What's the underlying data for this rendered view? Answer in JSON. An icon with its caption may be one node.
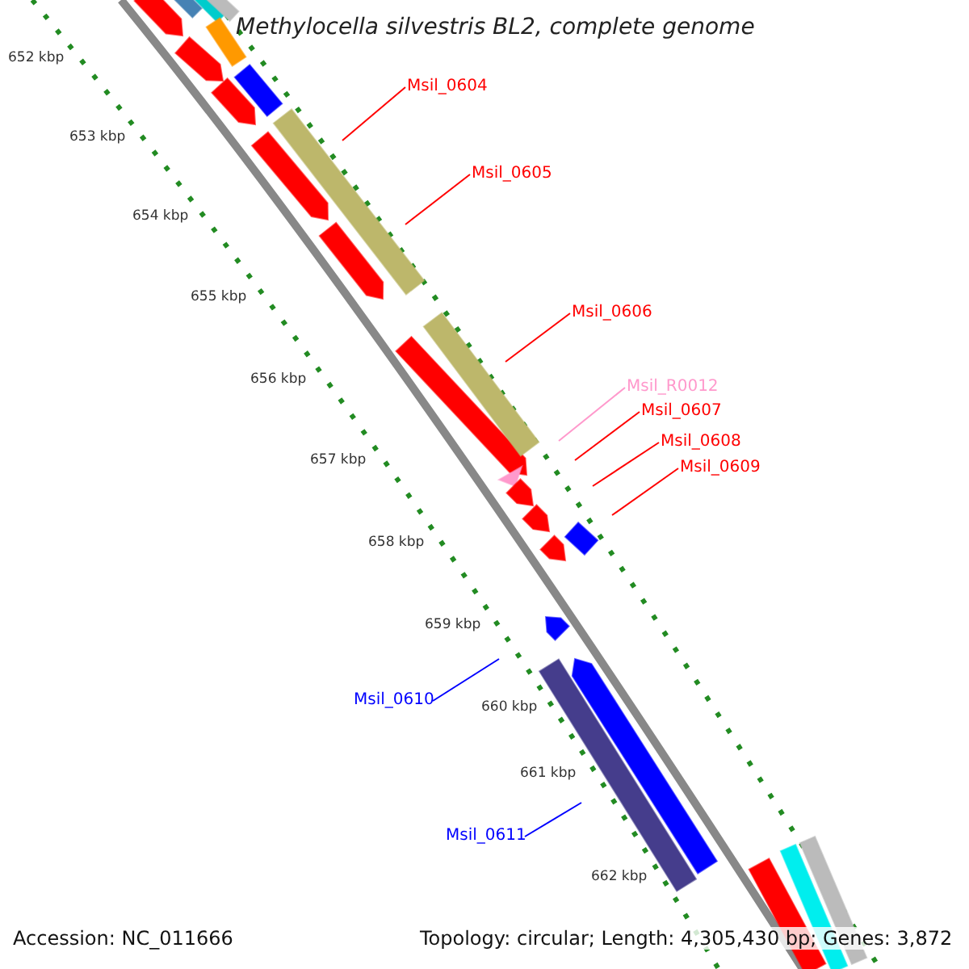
{
  "diagram": {
    "title": "Methylocella silvestris BL2, complete genome",
    "nodes": [
      {
        "text": [
          "Msil_0604"
        ]
      },
      {
        "text": [
          "Msil_0605"
        ]
      },
      {
        "text": [
          "Msil_0606"
        ]
      },
      {
        "text": [
          "Msil_R0012"
        ]
      },
      {
        "text": [
          "Msil_0607"
        ]
      },
      {
        "text": [
          "Msil_0608"
        ]
      },
      {
        "text": [
          "Msil_0609"
        ]
      },
      {
        "text": [
          "Msil_0610"
        ]
      },
      {
        "text": [
          "Msil_0611"
        ]
      }
    ],
    "edges": [
      {
        "from": 0,
        "to": null,
        "arrow": "none"
      },
      {
        "from": 1,
        "to": null,
        "arrow": "none"
      },
      {
        "from": 2,
        "to": null,
        "arrow": "none"
      },
      {
        "from": 3,
        "to": null,
        "arrow": "none",
        "color": "#ff99cc"
      },
      {
        "from": 4,
        "to": null,
        "arrow": "none"
      },
      {
        "from": 5,
        "to": null,
        "arrow": "none"
      },
      {
        "from": 6,
        "to": null,
        "arrow": "none"
      },
      {
        "from": 7,
        "to": null,
        "arrow": "none",
        "color": "#0000ff"
      },
      {
        "from": 8,
        "to": null,
        "arrow": "none",
        "color": "#0000ff"
      }
    ],
    "labels": [
      "652 kbp",
      "653 kbp",
      "654 kbp",
      "655 kbp",
      "656 kbp",
      "657 kbp",
      "658 kbp",
      "659 kbp",
      "660 kbp",
      "661 kbp",
      "662 kbp",
      "Accession: NC_011666",
      "Topology: circular; Length: 4,305,430 bp; Genes: 3,872"
    ]
  }
}
